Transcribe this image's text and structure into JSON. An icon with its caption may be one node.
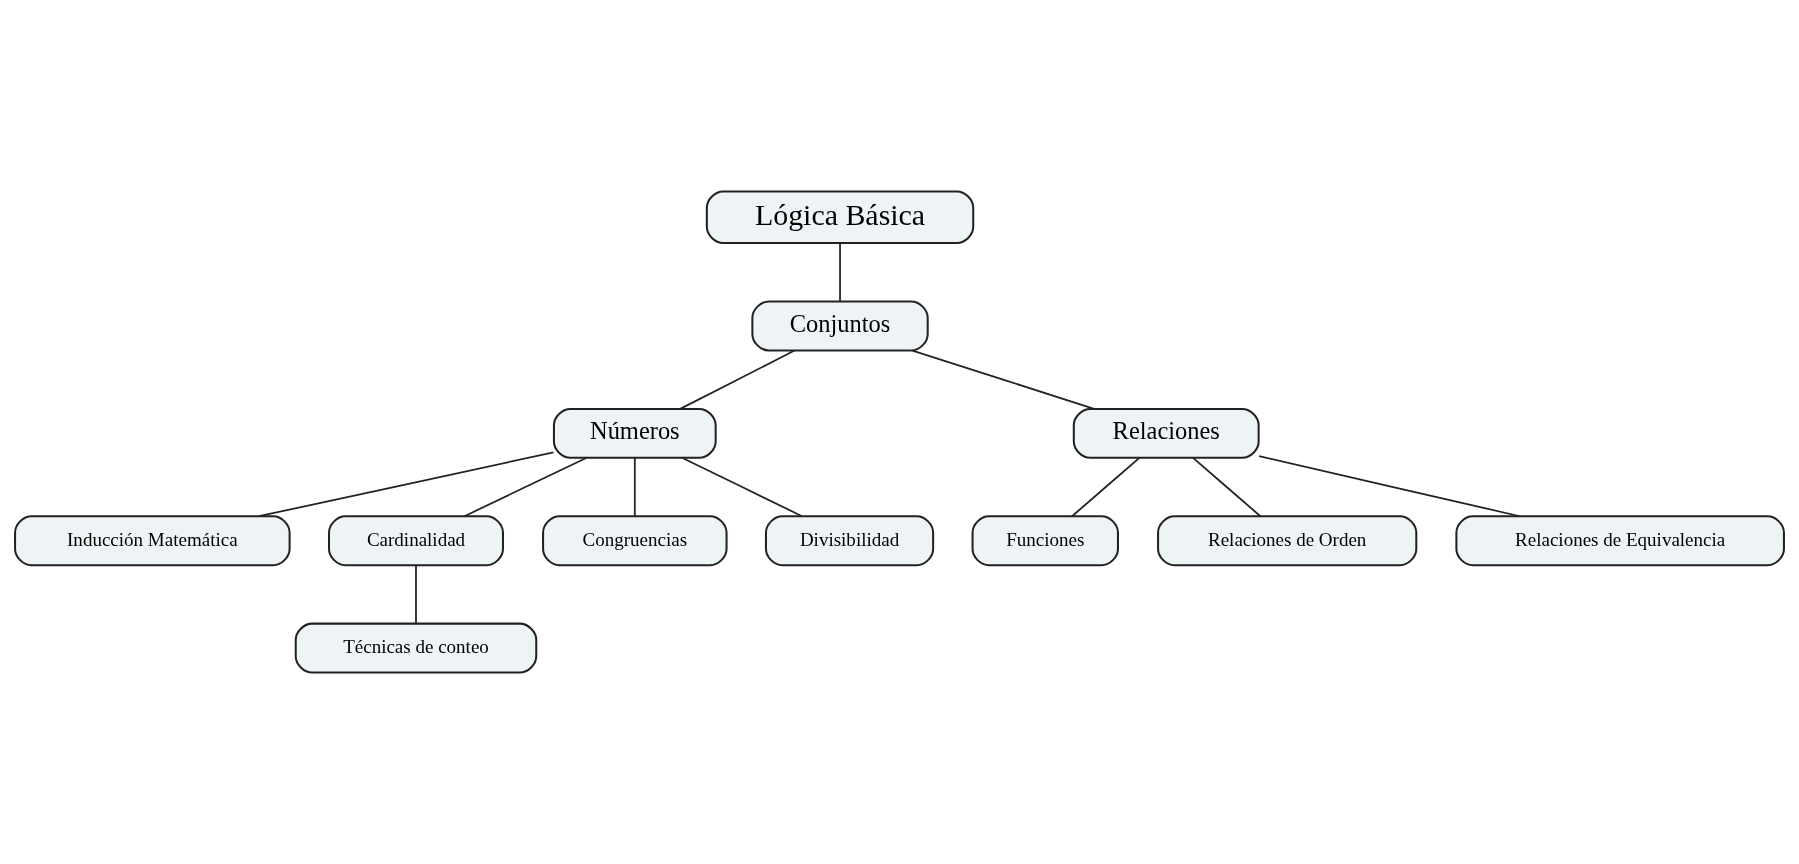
{
  "diagram": {
    "nodes": [
      {
        "text": [
          "Lógica Básica"
        ]
      },
      {
        "text": [
          "Conjuntos"
        ]
      },
      {
        "text": [
          "Números"
        ]
      },
      {
        "text": [
          "Relaciones"
        ]
      },
      {
        "text": [
          "Inducción Matemática"
        ]
      },
      {
        "text": [
          "Cardinalidad"
        ]
      },
      {
        "text": [
          "Congruencias"
        ]
      },
      {
        "text": [
          "Divisibilidad"
        ]
      },
      {
        "text": [
          "Técnicas de conteo"
        ]
      },
      {
        "text": [
          "Funciones"
        ]
      },
      {
        "text": [
          "Relaciones de Orden"
        ]
      },
      {
        "text": [
          "Relaciones de Equivalencia"
        ]
      }
    ],
    "edges": [
      {
        "from": 0,
        "to": 1,
        "arrow": "none"
      },
      {
        "from": 1,
        "to": 3,
        "arrow": "none"
      },
      {
        "from": 1,
        "to": 2,
        "arrow": "none"
      },
      {
        "from": 2,
        "to": 4,
        "arrow": "none"
      },
      {
        "from": 2,
        "to": 7,
        "arrow": "none"
      },
      {
        "from": 2,
        "to": 6,
        "arrow": "none"
      },
      {
        "from": 2,
        "to": 5,
        "arrow": "none"
      },
      {
        "from": 5,
        "to": 8,
        "arrow": "none"
      },
      {
        "from": 3,
        "to": 9,
        "arrow": "none"
      },
      {
        "from": 3,
        "to": 11,
        "arrow": "none"
      },
      {
        "from": 3,
        "to": 10,
        "arrow": "none"
      }
    ]
  }
}
